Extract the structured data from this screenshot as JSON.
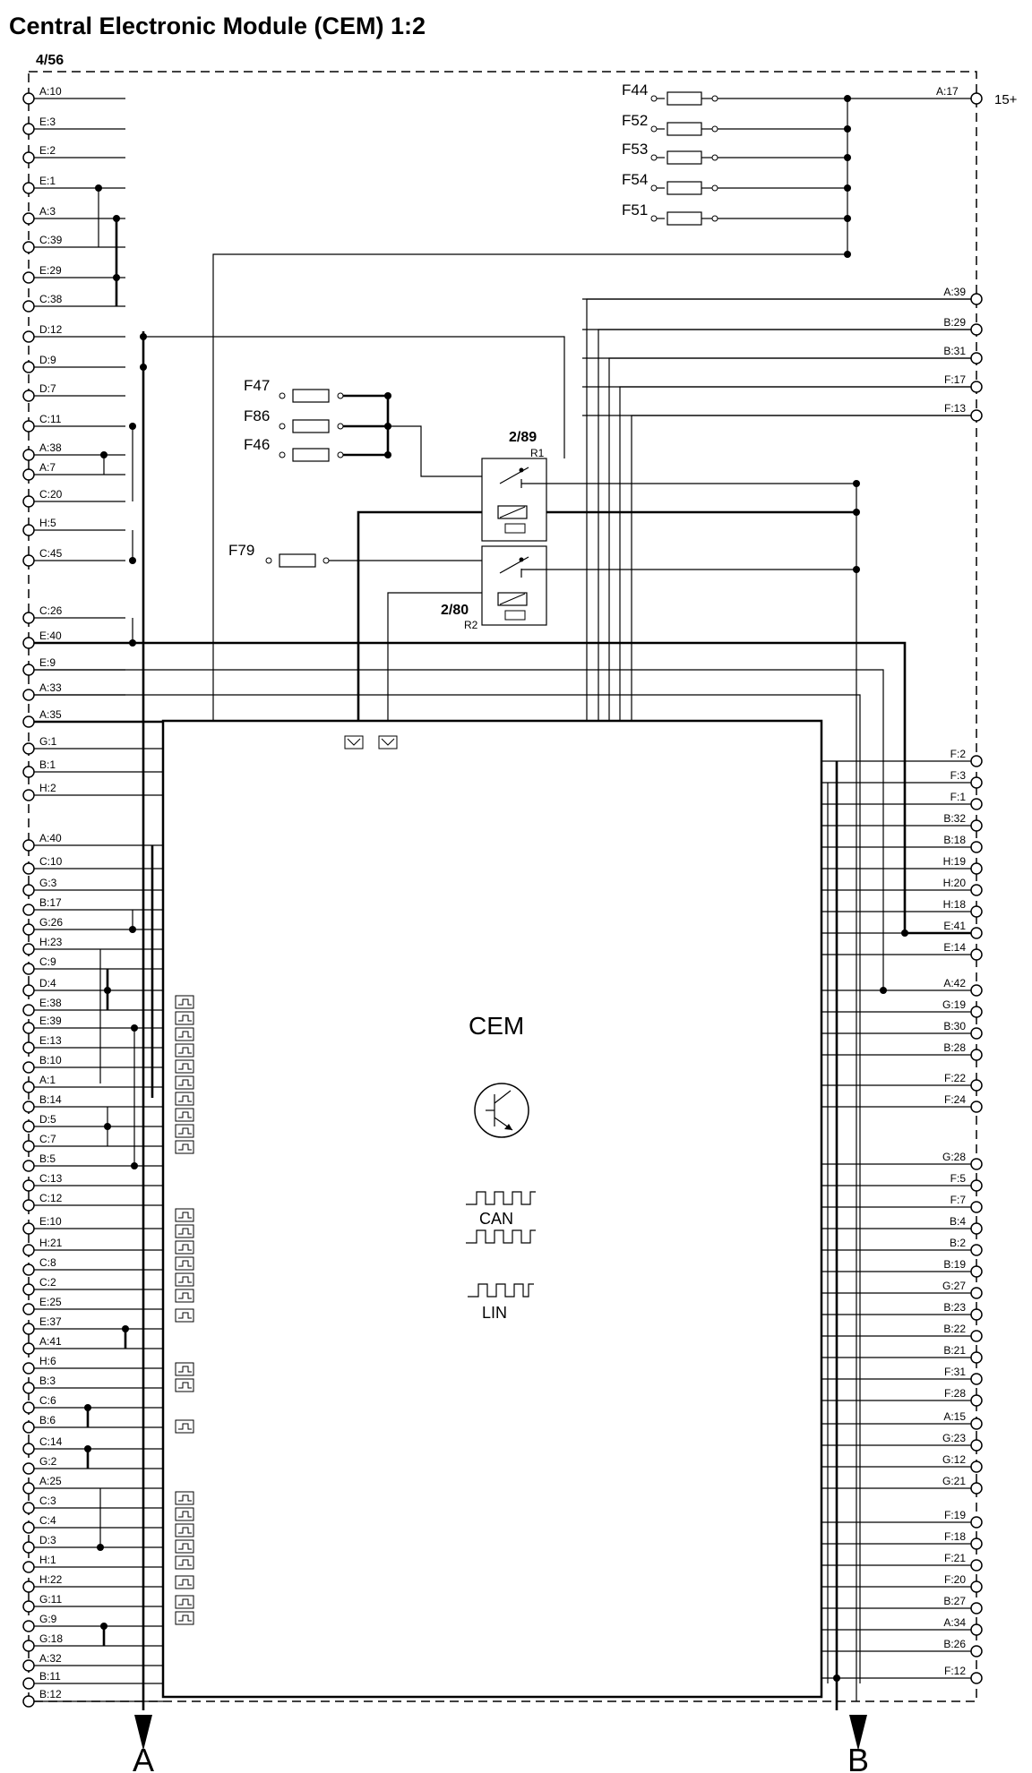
{
  "title": "Central Electronic Module (CEM) 1:2",
  "module_ref": "4/56",
  "supply_label": "15+",
  "supply_pin": "A:17",
  "cem_label": "CEM",
  "can_label": "CAN",
  "lin_label": "LIN",
  "arrow_a": "A",
  "arrow_b": "B",
  "relays": [
    {
      "ref": "2/89",
      "name": "R1"
    },
    {
      "ref": "2/80",
      "name": "R2"
    }
  ],
  "fuses": {
    "top": [
      "F44",
      "F52",
      "F53",
      "F54",
      "F51"
    ],
    "mid": [
      "F47",
      "F86",
      "F46"
    ],
    "lower": "F79"
  },
  "left_pins": [
    "A:10",
    "E:3",
    "E:2",
    "E:1",
    "A:3",
    "C:39",
    "E:29",
    "C:38",
    "D:12",
    "D:9",
    "D:7",
    "C:11",
    "A:38",
    "A:7",
    "C:20",
    "H:5",
    "C:45",
    "C:26",
    "E:40",
    "E:9",
    "A:33",
    "A:35",
    "G:1",
    "B:1",
    "H:2",
    "A:40",
    "C:10",
    "G:3",
    "B:17",
    "G:26",
    "H:23",
    "C:9",
    "D:4",
    "E:38",
    "E:39",
    "E:13",
    "B:10",
    "A:1",
    "B:14",
    "D:5",
    "C:7",
    "B:5",
    "C:13",
    "C:12",
    "E:10",
    "H:21",
    "C:8",
    "C:2",
    "E:25",
    "E:37",
    "A:41",
    "H:6",
    "B:3",
    "C:6",
    "B:6",
    "C:14",
    "G:2",
    "A:25",
    "C:3",
    "C:4",
    "D:3",
    "H:1",
    "H:22",
    "G:11",
    "G:9",
    "G:18",
    "A:32",
    "B:11",
    "B:12"
  ],
  "right_pins": [
    "A:39",
    "B:29",
    "B:31",
    "F:17",
    "F:13",
    "F:2",
    "F:3",
    "F:1",
    "B:32",
    "B:18",
    "H:19",
    "H:20",
    "H:18",
    "E:41",
    "E:14",
    "A:42",
    "G:19",
    "B:30",
    "B:28",
    "F:22",
    "F:24",
    "G:28",
    "F:5",
    "F:7",
    "B:4",
    "B:2",
    "B:19",
    "G:27",
    "B:23",
    "B:22",
    "B:21",
    "F:31",
    "F:28",
    "A:15",
    "G:23",
    "G:12",
    "G:21",
    "F:19",
    "F:18",
    "F:21",
    "F:20",
    "B:27",
    "A:34",
    "B:26",
    "F:12"
  ]
}
